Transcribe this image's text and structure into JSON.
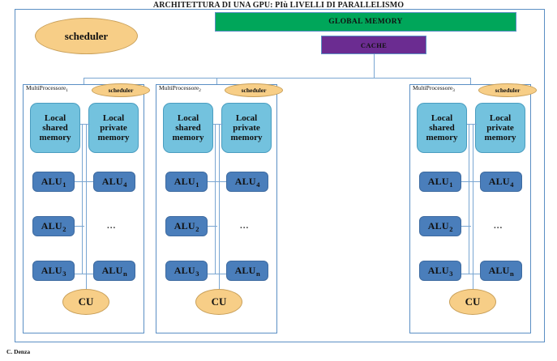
{
  "diagram": {
    "title": "ARCHITETTURA DI UNA GPU: PIù LIVELLI DI PARALLELISMO",
    "caption": "C. Denza",
    "colors": {
      "global_memory": "#00a65a",
      "cache": "#6b2c91",
      "scheduler": "#f7ce87",
      "memory_block": "#73c2de",
      "alu_block": "#4a7ebb",
      "cu_block": "#f7ce87",
      "frame_border": "#5b8fc4",
      "wire": "#7aa6d2"
    },
    "top": {
      "scheduler_label": "scheduler",
      "global_memory_label": "GLOBAL MEMORY",
      "cache_label": "CACHE"
    },
    "multiprocessors": [
      {
        "name": "MultiProcessore",
        "index": "1",
        "scheduler_label": "scheduler",
        "shared_memory_label": "Local shared memory",
        "private_memory_label": "Local private memory",
        "alus_left": [
          {
            "name": "ALU",
            "index": "1"
          },
          {
            "name": "ALU",
            "index": "2"
          },
          {
            "name": "ALU",
            "index": "3"
          }
        ],
        "alus_right": [
          {
            "name": "ALU",
            "index": "4"
          },
          {
            "name": "ALU",
            "index": "n"
          }
        ],
        "ellipsis": "...",
        "cu_label": "CU"
      },
      {
        "name": "MultiProcessore",
        "index": "2",
        "scheduler_label": "scheduler",
        "shared_memory_label": "Local shared memory",
        "private_memory_label": "Local private memory",
        "alus_left": [
          {
            "name": "ALU",
            "index": "1"
          },
          {
            "name": "ALU",
            "index": "2"
          },
          {
            "name": "ALU",
            "index": "3"
          }
        ],
        "alus_right": [
          {
            "name": "ALU",
            "index": "4"
          },
          {
            "name": "ALU",
            "index": "n"
          }
        ],
        "ellipsis": "...",
        "cu_label": "CU"
      },
      {
        "name": "MultiProcessore",
        "index": "3",
        "scheduler_label": "scheduler",
        "shared_memory_label": "Local shared memory",
        "private_memory_label": "Local private memory",
        "alus_left": [
          {
            "name": "ALU",
            "index": "1"
          },
          {
            "name": "ALU",
            "index": "2"
          },
          {
            "name": "ALU",
            "index": "3"
          }
        ],
        "alus_right": [
          {
            "name": "ALU",
            "index": "4"
          },
          {
            "name": "ALU",
            "index": "n"
          }
        ],
        "ellipsis": "...",
        "cu_label": "CU"
      }
    ]
  }
}
